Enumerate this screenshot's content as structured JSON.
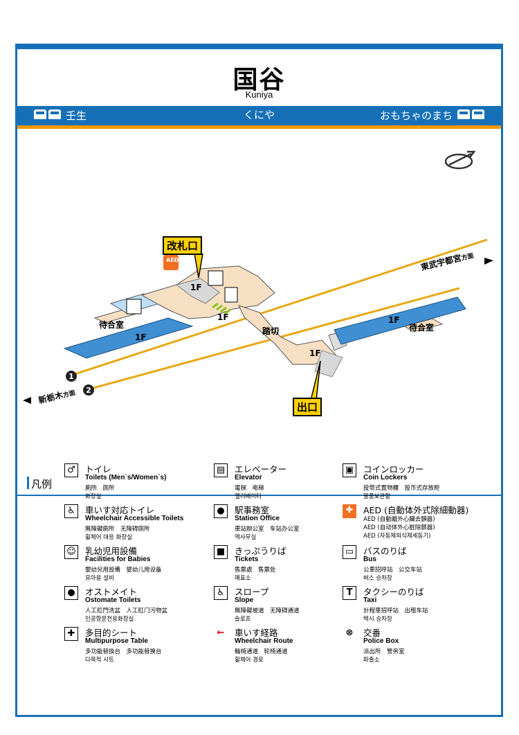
{
  "station": {
    "name": "国谷",
    "roman": "Kuniya"
  },
  "band": {
    "prev": "壬生",
    "current": "くにや",
    "next": "おもちゃのまち"
  },
  "map": {
    "ticket_gate": "改札口",
    "exit": "出口",
    "crossing": "踏切",
    "waiting_room": "待合室",
    "floor": "1F",
    "aed": "AED",
    "track1": "1",
    "track2": "2",
    "dir_tobu": "東武宇都宮",
    "dir_shintochigi": "新栃木",
    "dir_suffix": "方面"
  },
  "legend": {
    "title": "凡例",
    "items": [
      {
        "icon": "toilet-icon",
        "jp": "トイレ",
        "en": "Toilets (Men`s/Women`s)",
        "l3": "廁所　厕所",
        "l4": "화장실"
      },
      {
        "icon": "elevator-icon",
        "jp": "エレベーター",
        "en": "Elevator",
        "l3": "電梯　电梯",
        "l4": "엘리베이터"
      },
      {
        "icon": "coin-locker-icon",
        "jp": "コインロッカー",
        "en": "Coin Lockers",
        "l3": "投幣式置物櫃　投币式存放柜",
        "l4": "물품보관함"
      },
      {
        "icon": "wheelchair-toilet-icon",
        "jp": "車いす対応トイレ",
        "en": "Wheelchair Accessible Toilets",
        "l3": "無障礙廁所　无障碍厕所",
        "l4": "휠체어 대응 화장실"
      },
      {
        "icon": "station-office-icon",
        "jp": "駅事務室",
        "en": "Station Office",
        "l3": "車站辦公室　车站办公室",
        "l4": "역사무실"
      },
      {
        "icon": "aed-icon",
        "jp": "AED (自動体外式除細動器)",
        "en": "",
        "l3": "AED (自動離外心臟去顫器)",
        "l4": "AED (自动体外心脏除颤器)",
        "l5": "AED (자동체외식제세동기)"
      },
      {
        "icon": "baby-icon",
        "jp": "乳幼児用設備",
        "en": "Facilities for Babies",
        "l3": "嬰幼兒用設備　婴幼儿用设备",
        "l4": "유아용 설비"
      },
      {
        "icon": "ticket-icon",
        "jp": "きっぷうりば",
        "en": "Tickets",
        "l3": "售票處　售票处",
        "l4": "매표소"
      },
      {
        "icon": "bus-icon",
        "jp": "バスのりば",
        "en": "Bus",
        "l3": "公車招呼站　公交车站",
        "l4": "버스 승차장"
      },
      {
        "icon": "ostomate-icon",
        "jp": "オストメイト",
        "en": "Ostomate Toilets",
        "l3": "人工肛門洗盆　人工肛门污物盆",
        "l4": "인공항문전용화장실"
      },
      {
        "icon": "slope-icon",
        "jp": "スロープ",
        "en": "Slope",
        "l3": "無障礙坡道　无障碍通道",
        "l4": "슬로프"
      },
      {
        "icon": "taxi-icon",
        "jp": "タクシーのりば",
        "en": "Taxi",
        "l3": "計程車招呼站　出租车站",
        "l4": "택시 승차장"
      },
      {
        "icon": "multipurpose-icon",
        "jp": "多目的シート",
        "en": "Multipurpose Table",
        "l3": "多功能替換台　多功能替换台",
        "l4": "다목적 시트"
      },
      {
        "icon": "wheelchair-route-icon",
        "jp": "車いす経路",
        "en": "Wheelchair Route",
        "l3": "輪椅通道　轮椅通道",
        "l4": "휠체어 경로"
      },
      {
        "icon": "police-icon",
        "jp": "交番",
        "en": "Police Box",
        "l3": "派出所　警务室",
        "l4": "파출소"
      }
    ]
  },
  "colors": {
    "brand_blue": "#1670b8",
    "orange": "#f39a00",
    "callout": "#ffd100",
    "platform": "#3f8fd2",
    "building": "#f6dfc3",
    "track": "#e8a812"
  }
}
